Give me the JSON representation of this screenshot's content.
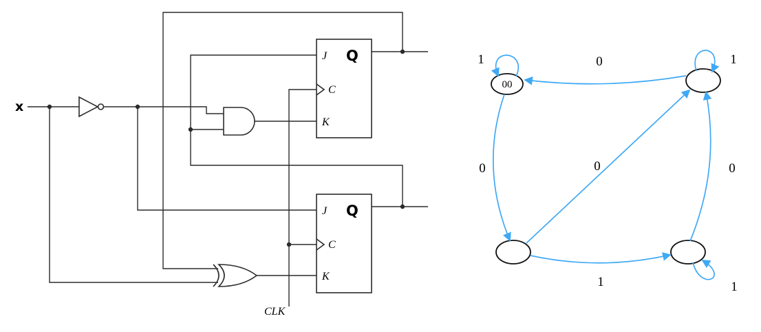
{
  "figure": {
    "description": "Sequential logic circuit with two JK flip-flops (left) and its four-state transition diagram (right)"
  },
  "colors": {
    "wire": "#2b2b2b",
    "edge": "#3fa9f5",
    "state_stroke": "#111111"
  },
  "circuit": {
    "input_label": "x",
    "clock_label": "CLK",
    "top_flipflop": {
      "j_label": "J",
      "q_label": "Q",
      "c_label": "C",
      "k_label": "K"
    },
    "bottom_flipflop": {
      "j_label": "J",
      "q_label": "Q",
      "c_label": "C",
      "k_label": "K"
    }
  },
  "state_diagram": {
    "states": [
      {
        "name": "top-left",
        "label": "00"
      },
      {
        "name": "top-right",
        "label": ""
      },
      {
        "name": "bottom-left",
        "label": ""
      },
      {
        "name": "bottom-right",
        "label": ""
      }
    ],
    "transitions": [
      {
        "name": "self-loop-top-left",
        "label": "1"
      },
      {
        "name": "top-right-to-top-left",
        "label": "0"
      },
      {
        "name": "self-loop-top-right",
        "label": "1"
      },
      {
        "name": "top-left-to-bottom-left",
        "label": "0"
      },
      {
        "name": "bottom-left-to-top-right",
        "label": "0"
      },
      {
        "name": "bottom-right-to-top-right",
        "label": "0"
      },
      {
        "name": "bottom-left-to-bottom-right",
        "label": "1"
      },
      {
        "name": "self-loop-bottom-right",
        "label": "1"
      }
    ]
  }
}
